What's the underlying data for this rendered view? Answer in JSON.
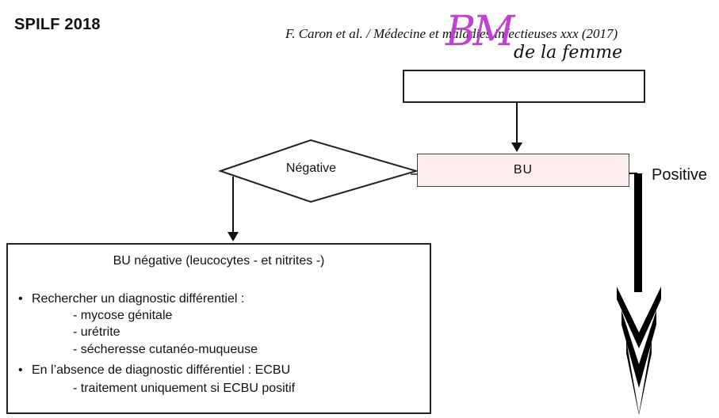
{
  "header": {
    "left_label": "SPILF 2018",
    "citation": "F. Caron et al. / Médecine et maladies infectieuses xxx (2017)"
  },
  "handwriting": {
    "pink": "BM",
    "black": "de la femme"
  },
  "flowchart": {
    "top_box_text": "",
    "bu_box": "BU",
    "negative_label": "Négative",
    "positive_label": "Positive",
    "negative_box": {
      "title": "BU négative (leucocytes - et nitrites -)",
      "bullet1": "Rechercher un diagnostic différentiel :",
      "sub1": [
        "- mycose génitale",
        "- urétrite",
        "- sécheresse cutanéo-muqueuse"
      ],
      "bullet2": "En l’absence de diagnostic différentiel : ECBU",
      "sub2": [
        "- traitement uniquement si ECBU positif"
      ]
    }
  },
  "colors": {
    "bu_fill": "#fdecec",
    "handwriting_pink": "#c040d0"
  }
}
